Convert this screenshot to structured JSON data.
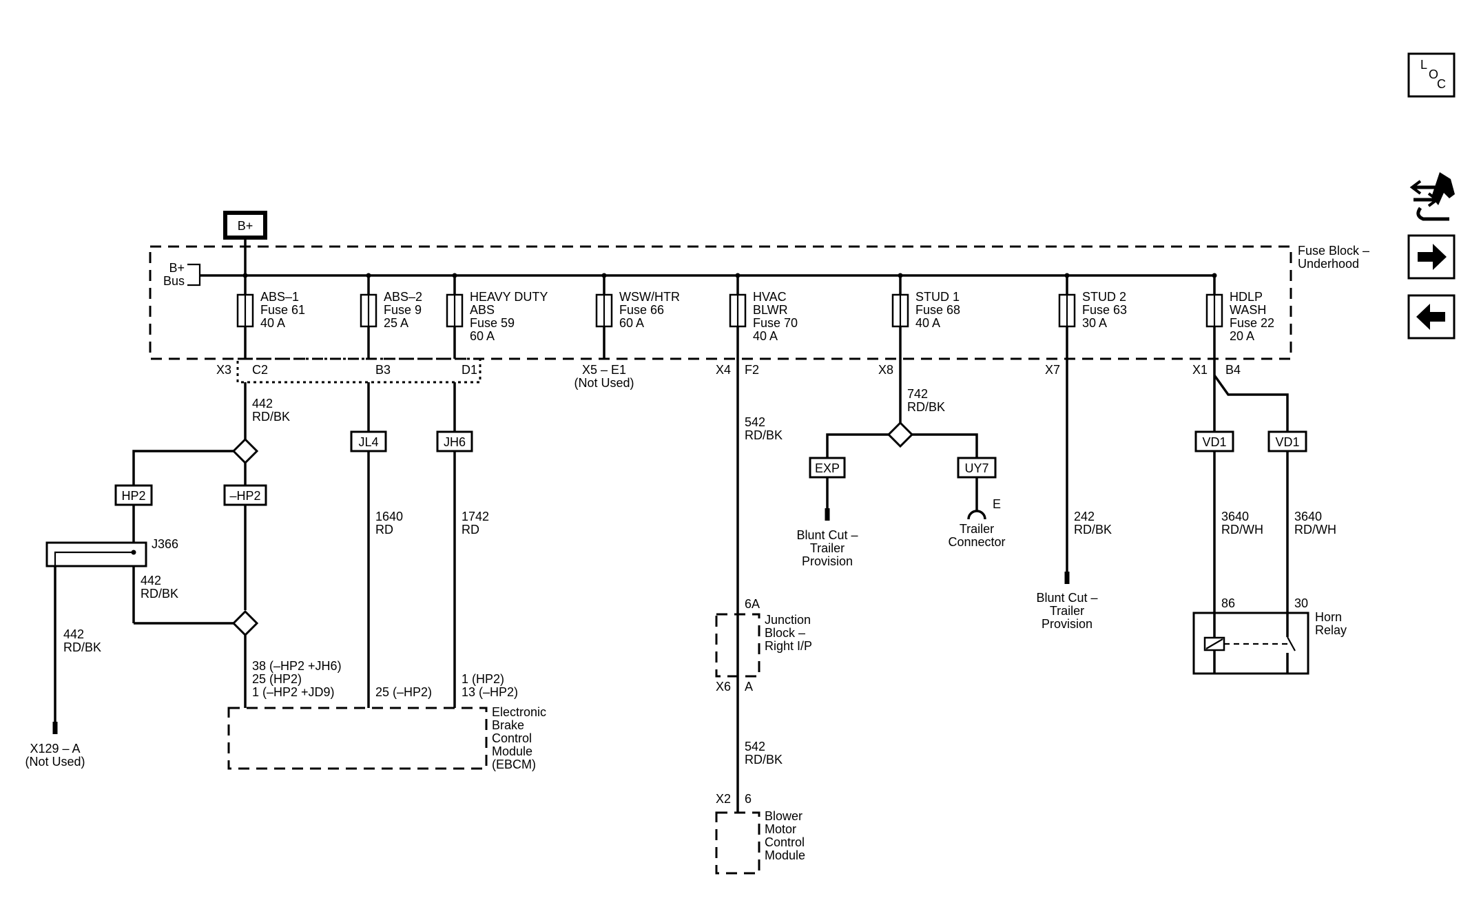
{
  "power": {
    "bplus_label": "B+",
    "bus_label_1": "B+",
    "bus_label_2": "Bus"
  },
  "fuse_block": {
    "line1": "Fuse Block –",
    "line2": "Underhood"
  },
  "fuses": [
    {
      "lines": [
        "ABS–1",
        "Fuse 61",
        "40 A"
      ]
    },
    {
      "lines": [
        "ABS–2",
        "Fuse 9",
        "25 A"
      ]
    },
    {
      "lines": [
        "HEAVY DUTY",
        "ABS",
        "Fuse 59",
        "60 A"
      ]
    },
    {
      "lines": [
        "WSW/HTR",
        "Fuse 66",
        "60 A"
      ]
    },
    {
      "lines": [
        "HVAC",
        "BLWR",
        "Fuse 70",
        "40 A"
      ]
    },
    {
      "lines": [
        "STUD 1",
        "Fuse 68",
        "40 A"
      ]
    },
    {
      "lines": [
        "STUD 2",
        "Fuse 63",
        "30 A"
      ]
    },
    {
      "lines": [
        "HDLP",
        "WASH",
        "Fuse 22",
        "20 A"
      ]
    }
  ],
  "connectors": {
    "x3": "X3",
    "c2": "C2",
    "b3": "B3",
    "d1": "D1",
    "x5_e1": "X5 – E1",
    "x5_not_used": "(Not Used)",
    "x4": "X4",
    "f2": "F2",
    "x8": "X8",
    "x7": "X7",
    "x1": "X1",
    "b4": "B4",
    "x6": "X6",
    "x6_a": "A",
    "x2": "X2",
    "x2_6": "6",
    "jb_6a": "6A"
  },
  "options": {
    "hp2": "HP2",
    "not_hp2": "–HP2",
    "jl4": "JL4",
    "jh6": "JH6",
    "exp": "EXP",
    "uy7": "UY7",
    "vd1_a": "VD1",
    "vd1_b": "VD1"
  },
  "splice": {
    "j366": "J366"
  },
  "wires": {
    "w442_top": [
      "442",
      "RD/BK"
    ],
    "w442_mid": [
      "442",
      "RD/BK"
    ],
    "w442_left": [
      "442",
      "RD/BK"
    ],
    "w1640": [
      "1640",
      "RD"
    ],
    "w1742": [
      "1742",
      "RD"
    ],
    "w542_top": [
      "542",
      "RD/BK"
    ],
    "w542_bot": [
      "542",
      "RD/BK"
    ],
    "w742": [
      "742",
      "RD/BK"
    ],
    "w242": [
      "242",
      "RD/BK"
    ],
    "w3640_a": [
      "3640",
      "RD/WH"
    ],
    "w3640_b": [
      "3640",
      "RD/WH"
    ]
  },
  "components": {
    "x129": [
      "X129 – A",
      "(Not Used)"
    ],
    "ebcm": [
      "Electronic",
      "Brake",
      "Control",
      "Module",
      "(EBCM)"
    ],
    "ebcm_pins_left": [
      "38 (–HP2 +JH6)",
      "25 (HP2)",
      "1 (–HP2 +JD9)"
    ],
    "ebcm_pin_mid": "25 (–HP2)",
    "ebcm_pins_right": [
      "1 (HP2)",
      "13 (–HP2)"
    ],
    "blunt_cut_1": [
      "Blunt Cut –",
      "Trailer",
      "Provision"
    ],
    "blunt_cut_2": [
      "Blunt Cut –",
      "Trailer",
      "Provision"
    ],
    "trailer_conn": [
      "Trailer",
      "Connector"
    ],
    "trailer_pin": "E",
    "junction_block": [
      "Junction",
      "Block –",
      "Right I/P"
    ],
    "blower_module": [
      "Blower",
      "Motor",
      "Control",
      "Module"
    ],
    "horn_relay": [
      "Horn",
      "Relay"
    ],
    "relay_pin_86": "86",
    "relay_pin_30": "30"
  },
  "nav": {
    "loc": [
      "L",
      "O",
      "C"
    ],
    "icons": [
      "loc-icon",
      "connector-harness-icon",
      "arrow-right-icon",
      "arrow-left-icon"
    ]
  }
}
